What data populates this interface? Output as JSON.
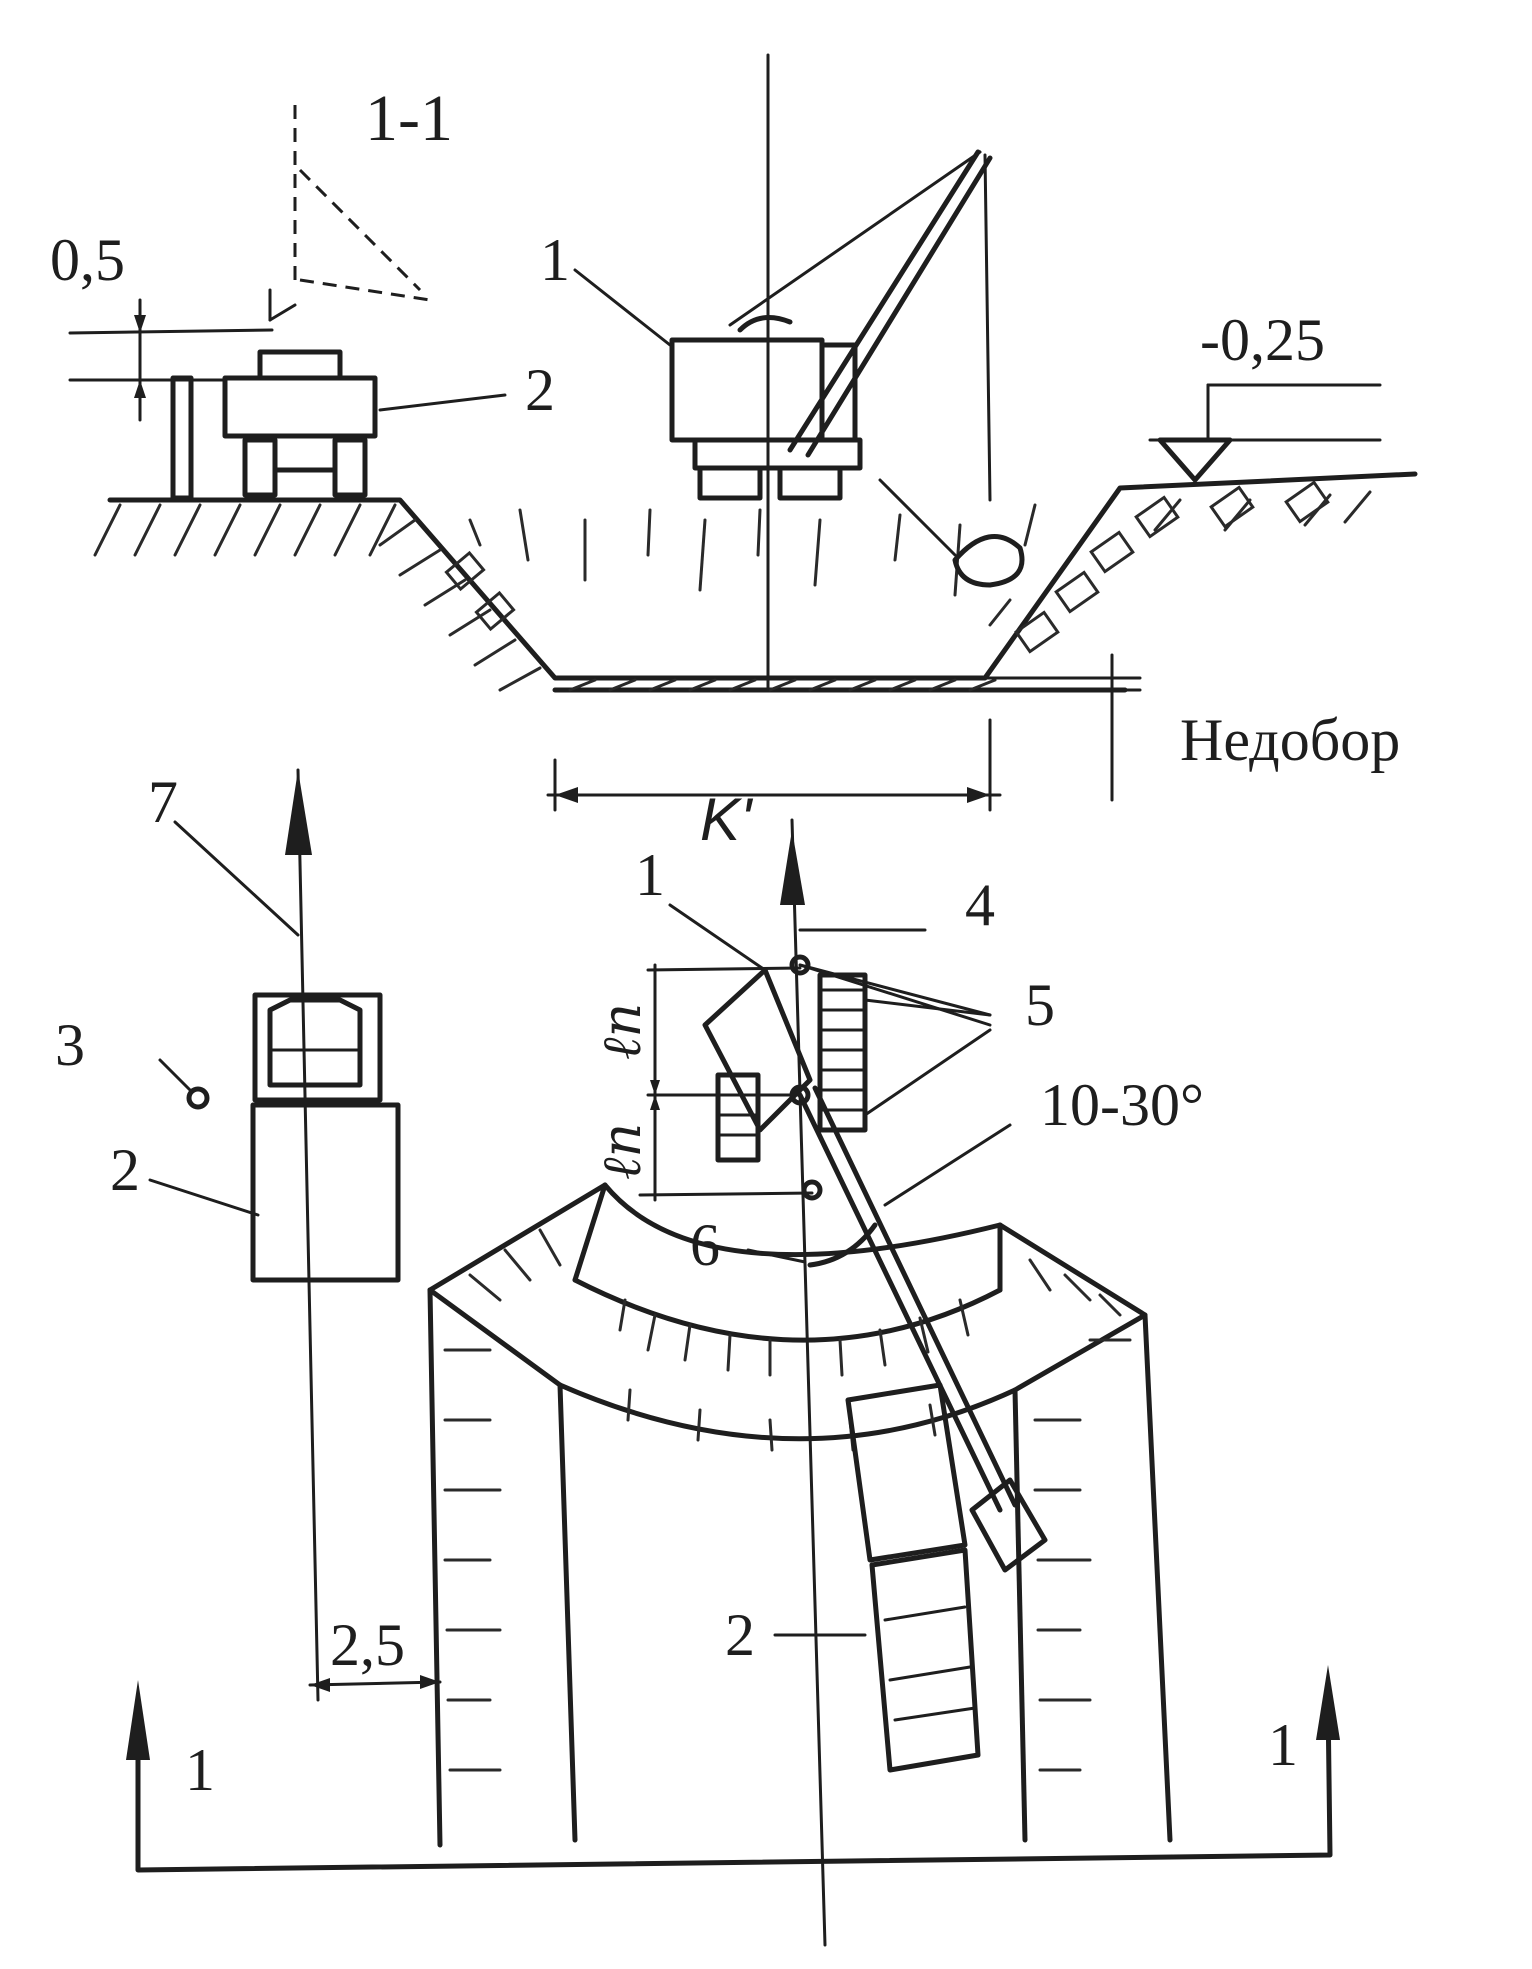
{
  "section_label": "1-1",
  "dims": {
    "top_offset": "0,5",
    "elevation": "-0,25",
    "side_offset": "2,5",
    "undercut": "Недобор",
    "width": "K'",
    "angle": "10-30°",
    "lp_top": "ℓп",
    "lp_bottom": "ℓп"
  },
  "callouts": {
    "excavator_section": "1",
    "truck_section": "2",
    "excavator_plan": "1",
    "axis_plan": "4",
    "stop_plan": "5",
    "arc_plan": "6",
    "truck_lane_plan": "7",
    "point_plan": "3",
    "truck_side_plan": "2",
    "truck_loading_plan": "2"
  },
  "section_marks": {
    "left": "1",
    "right": "1"
  }
}
